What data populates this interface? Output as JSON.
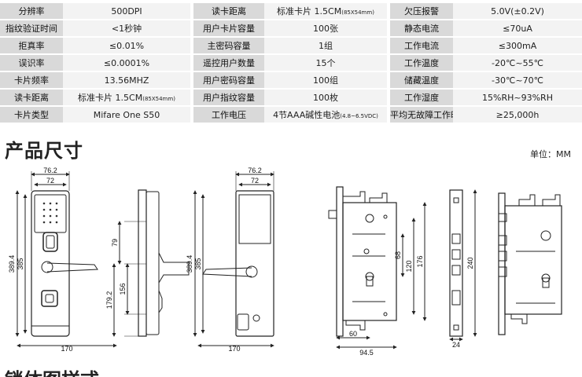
{
  "specs": {
    "rows": [
      [
        {
          "k": "分辨率",
          "v": "500DPI"
        },
        {
          "k": "读卡距离",
          "v": "标准卡片 1.5CM",
          "vs": "(85X54mm)"
        },
        {
          "k": "欠压报警",
          "v": "5.0V(±0.2V)"
        }
      ],
      [
        {
          "k": "指纹验证时间",
          "v": "<1秒钟"
        },
        {
          "k": "用户卡片容量",
          "v": "100张"
        },
        {
          "k": "静态电流",
          "v": "≤70uA"
        }
      ],
      [
        {
          "k": "拒真率",
          "v": "≤0.01%"
        },
        {
          "k": "主密码容量",
          "v": "1组"
        },
        {
          "k": "工作电流",
          "v": "≤300mA"
        }
      ],
      [
        {
          "k": "误识率",
          "v": "≤0.0001%"
        },
        {
          "k": "遥控用户数量",
          "v": "15个"
        },
        {
          "k": "工作温度",
          "v": "-20℃~55℃"
        }
      ],
      [
        {
          "k": "卡片频率",
          "v": "13.56MHZ"
        },
        {
          "k": "用户密码容量",
          "v": "100组"
        },
        {
          "k": "储藏温度",
          "v": "-30℃~70℃"
        }
      ],
      [
        {
          "k": "读卡距离",
          "v": "标准卡片 1.5CM",
          "vs": "(85X54mm)"
        },
        {
          "k": "用户指纹容量",
          "v": "100枚"
        },
        {
          "k": "工作湿度",
          "v": "15%RH~93%RH"
        }
      ],
      [
        {
          "k": "卡片类型",
          "v": "Mifare One S50"
        },
        {
          "k": "工作电压",
          "v": "4节AAA碱性电池",
          "vs": "(4.8~6.5VDC)"
        },
        {
          "k": "平均无故障工作时间",
          "v": "≥25,000h"
        }
      ]
    ]
  },
  "section": {
    "title": "产品尺寸",
    "unit": "单位：MM",
    "next_title": "锁体图样式"
  },
  "dimensions": {
    "front": {
      "top_outer": "76.2",
      "top_inner": "72",
      "height_outer": "389.4",
      "height_inner": "385",
      "bottom": "170"
    },
    "side": {
      "upper": "79",
      "lower_outer": "179.2",
      "lower_inner": "156"
    },
    "back": {
      "top_outer": "76.2",
      "top_inner": "72",
      "height_outer": "389.4",
      "height_inner": "385",
      "bottom": "170"
    },
    "mortise": {
      "inner": "68",
      "middle": "120",
      "outer": "176",
      "bottom_inner": "60",
      "bottom_outer": "94.5"
    },
    "faceplate": {
      "height": "240",
      "width": "24"
    }
  }
}
